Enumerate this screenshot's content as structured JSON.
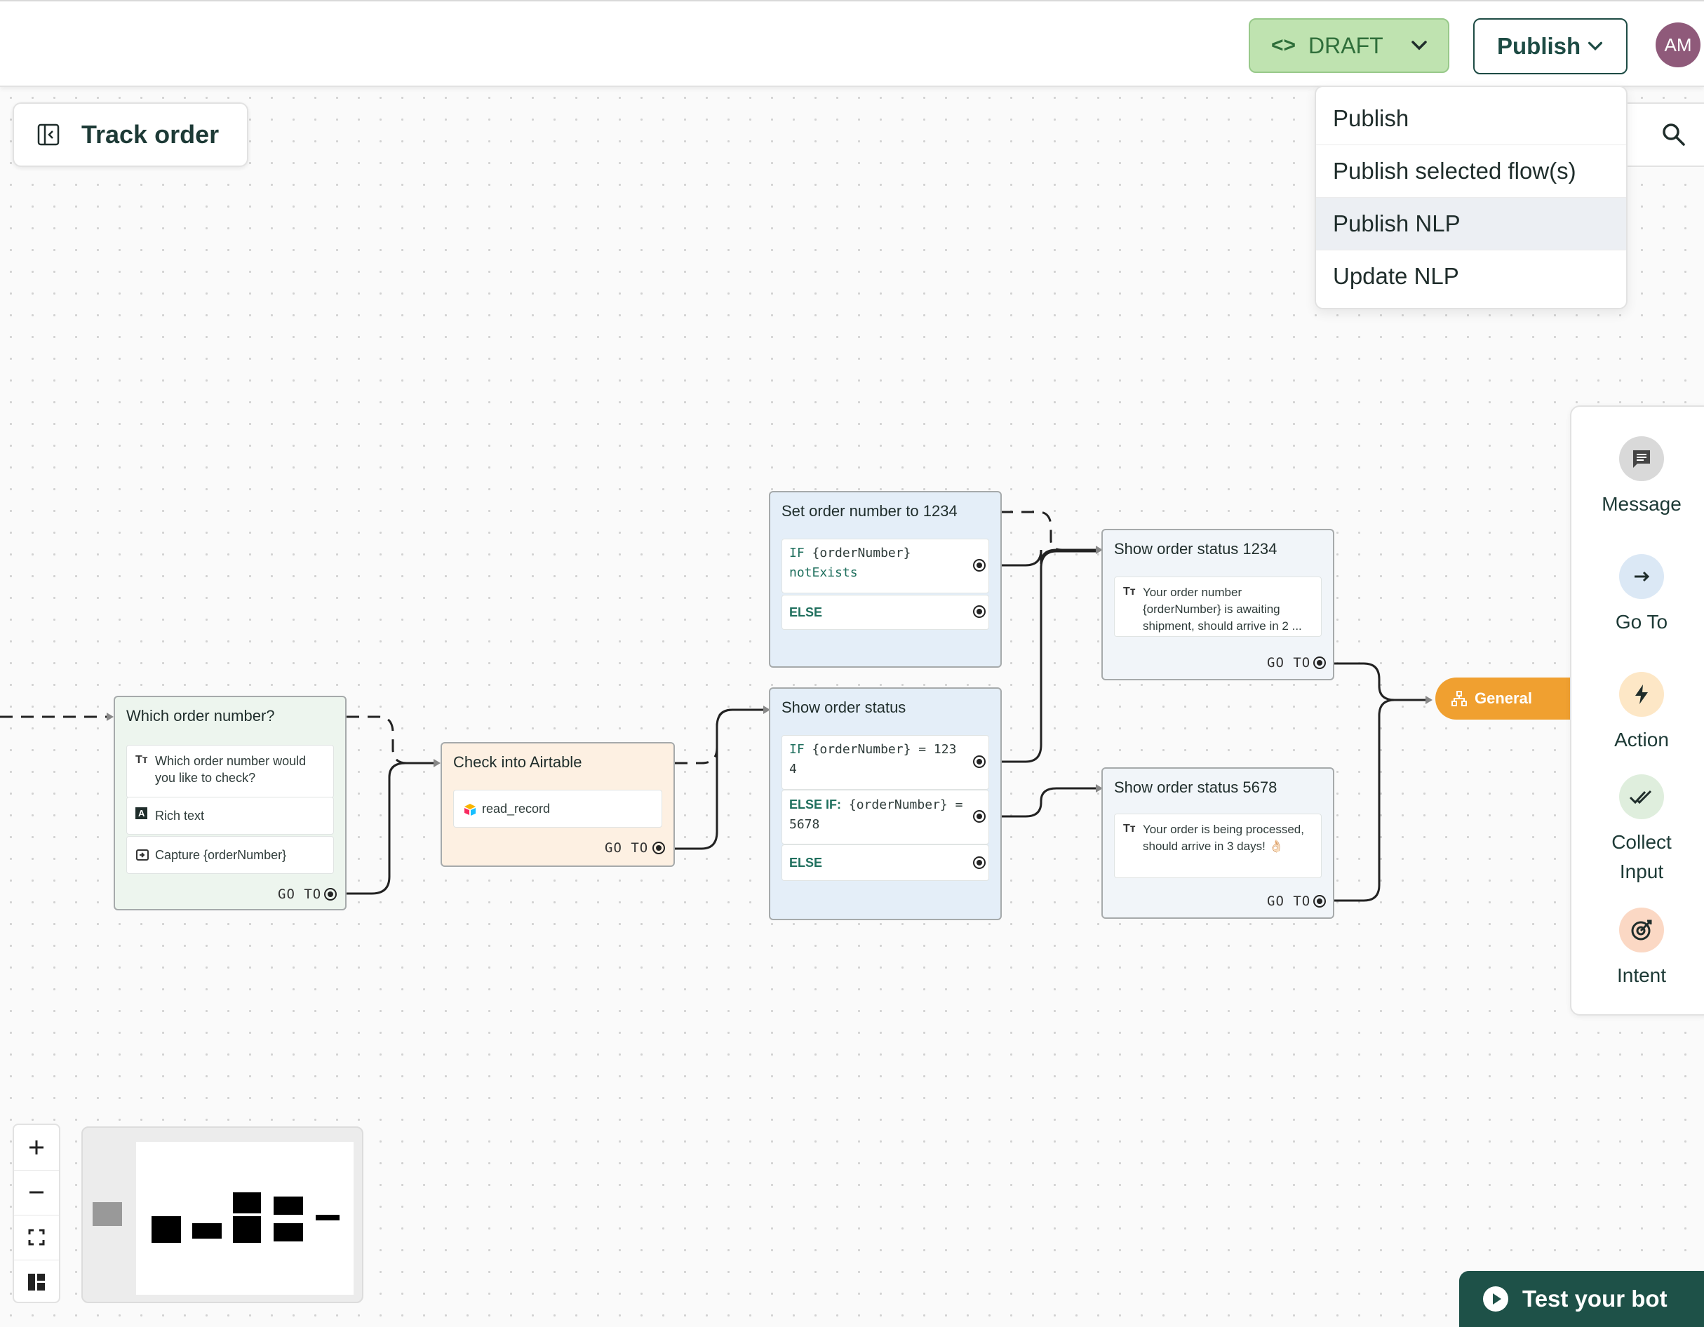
{
  "header": {
    "draft_label": "DRAFT",
    "publish_label": "Publish",
    "avatar_initials": "AM"
  },
  "publish_menu": {
    "items": [
      "Publish",
      "Publish selected flow(s)",
      "Publish NLP",
      "Update NLP"
    ],
    "highlighted": "Publish NLP"
  },
  "flow": {
    "title": "Track order"
  },
  "nodes": {
    "which_order": {
      "title": "Which order number?",
      "message": "Which order number would you like to check?",
      "rich_text": "Rich text",
      "capture": "Capture {orderNumber}",
      "goto": "GO TO"
    },
    "airtable": {
      "title": "Check into Airtable",
      "action": "read_record",
      "goto": "GO TO"
    },
    "set_order": {
      "title": "Set order number to 1234",
      "if_kw": "IF",
      "if_cond": "{orderNumber}",
      "if_op": "notExists",
      "else": "ELSE"
    },
    "show_status": {
      "title": "Show order status",
      "if_kw": "IF",
      "if_cond_1": "{orderNumber} = 123",
      "if_cond_2": "4",
      "elseif_kw": "ELSE IF:",
      "elseif_cond_1": "{orderNumber} =",
      "elseif_cond_2": "5678",
      "else": "ELSE"
    },
    "status_1234": {
      "title": "Show order status 1234",
      "message": "Your order number {orderNumber} is awaiting shipment, should arrive in 2 ...",
      "goto": "GO TO"
    },
    "status_5678": {
      "title": "Show order status 5678",
      "message": "Your order is being processed, should arrive in 3 days! 👌🏻",
      "goto": "GO TO"
    },
    "general": "General"
  },
  "palette": [
    {
      "label": "Message",
      "icon": "message-icon",
      "color": "#d9d9d9"
    },
    {
      "label": "Go To",
      "icon": "arrow-right-icon",
      "color": "#dbe8f5"
    },
    {
      "label": "Action",
      "icon": "bolt-icon",
      "color": "#fde7c6"
    },
    {
      "label": "Collect Input",
      "icon": "double-check-icon",
      "color": "#dfeedd"
    },
    {
      "label": "Intent",
      "icon": "target-icon",
      "color": "#fbd8c4"
    }
  ],
  "test_button": "Test your bot",
  "colors": {
    "draft_bg": "#bfe3b0",
    "publish_border": "#1d4b44",
    "test_bg": "#1e5148",
    "general_bg": "#f0a030",
    "airtable_node_bg": "#fdf0e2",
    "condition_node_bg": "#e4eef8",
    "message_node_bg": "#edf5ee"
  }
}
